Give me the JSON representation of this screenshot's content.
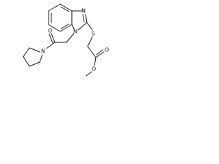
{
  "molecule": {
    "atoms": {
      "n_imidazole": "N",
      "n_benzimidazole": "N",
      "sulfur": "S",
      "carbonyl_o_amide": "O",
      "n_pyrrolidine": "N",
      "carbonyl_o_ester": "O",
      "ester_o": "O"
    }
  }
}
